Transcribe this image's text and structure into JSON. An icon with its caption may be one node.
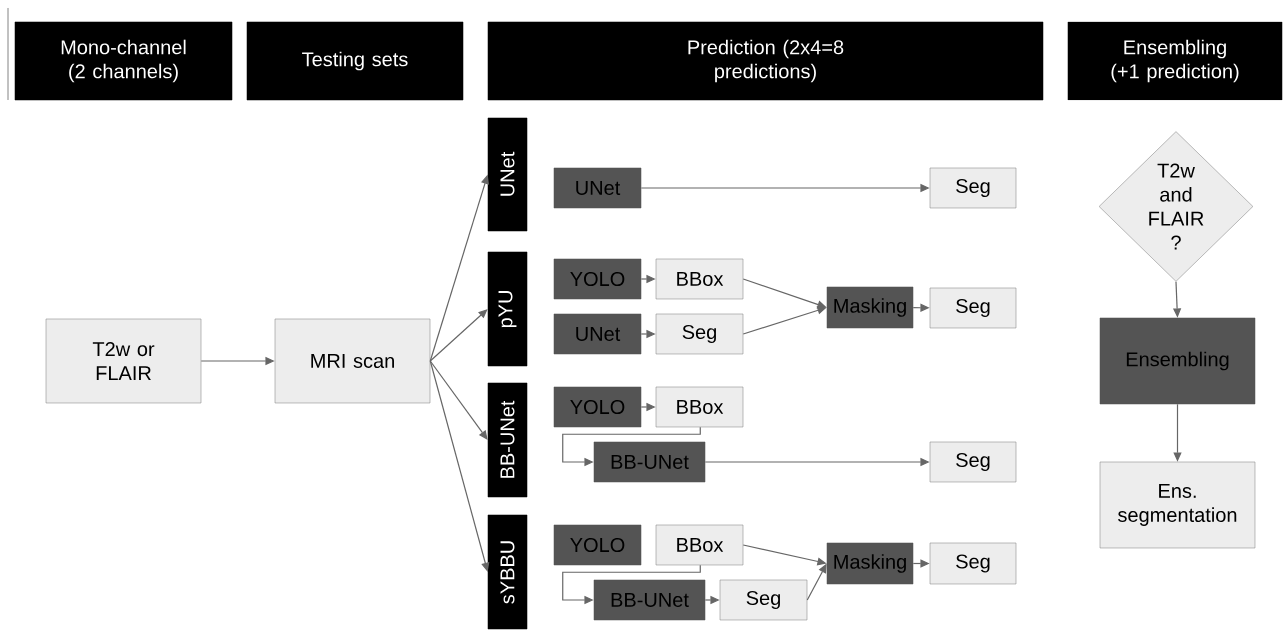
{
  "diagram": {
    "nodes": [
      {
        "text": [
          "Mono-channel (2 channels)"
        ]
      },
      {
        "text": [
          "Testing sets"
        ]
      },
      {
        "text": [
          "Prediction (2x4=8 predictions)"
        ]
      },
      {
        "text": [
          "Ensembling (+1 prediction)"
        ]
      },
      {
        "text": [
          "T2w or FLAIR"
        ]
      },
      {
        "text": [
          "MRI scan"
        ]
      },
      {
        "text": [
          "UNet"
        ]
      },
      {
        "text": [
          "pYU"
        ]
      },
      {
        "text": [
          "BB-UNet"
        ]
      },
      {
        "text": [
          "sYBBU"
        ]
      },
      {
        "text": [
          "UNet"
        ]
      },
      {
        "text": [
          "Seg"
        ]
      },
      {
        "text": [
          "YOLO"
        ]
      },
      {
        "text": [
          "BBox"
        ]
      },
      {
        "text": [
          "UNet"
        ]
      },
      {
        "text": [
          "Seg"
        ]
      },
      {
        "text": [
          "Masking"
        ]
      },
      {
        "text": [
          "Seg"
        ]
      },
      {
        "text": [
          "YOLO"
        ]
      },
      {
        "text": [
          "BBox"
        ]
      },
      {
        "text": [
          "BB-UNet"
        ]
      },
      {
        "text": [
          "Seg"
        ]
      },
      {
        "text": [
          "YOLO"
        ]
      },
      {
        "text": [
          "BBox"
        ]
      },
      {
        "text": [
          "BB-UNet"
        ]
      },
      {
        "text": [
          "Seg"
        ]
      },
      {
        "text": [
          "Masking"
        ]
      },
      {
        "text": [
          "Seg"
        ]
      },
      {
        "text": [
          "T2w and FLAIR ?"
        ]
      },
      {
        "text": [
          "Ensembling"
        ]
      },
      {
        "text": [
          "Ens. segmentation"
        ]
      }
    ],
    "edges": [
      {
        "from": 4,
        "to": 5,
        "arrow": "to"
      },
      {
        "from": 5,
        "to": 6,
        "arrow": "to"
      },
      {
        "from": 5,
        "to": 7,
        "arrow": "to"
      },
      {
        "from": 5,
        "to": 8,
        "arrow": "to"
      },
      {
        "from": 5,
        "to": 9,
        "arrow": "to"
      },
      {
        "from": 10,
        "to": 11,
        "arrow": "to"
      },
      {
        "from": 12,
        "to": 13,
        "arrow": "to"
      },
      {
        "from": 14,
        "to": 15,
        "arrow": "to"
      },
      {
        "from": 13,
        "to": 16,
        "arrow": "to"
      },
      {
        "from": 15,
        "to": 16,
        "arrow": "to"
      },
      {
        "from": 16,
        "to": 17,
        "arrow": "to"
      },
      {
        "from": 18,
        "to": 19,
        "arrow": "to"
      },
      {
        "from": 19,
        "to": 20,
        "arrow": "to"
      },
      {
        "from": 20,
        "to": 21,
        "arrow": "to"
      },
      {
        "from": 23,
        "to": 26,
        "arrow": "to"
      },
      {
        "from": 23,
        "to": 24,
        "arrow": "to"
      },
      {
        "from": 24,
        "to": 25,
        "arrow": "to"
      },
      {
        "from": 25,
        "to": 26,
        "arrow": "to"
      },
      {
        "from": 26,
        "to": 27,
        "arrow": "to"
      },
      {
        "from": 28,
        "to": 29,
        "arrow": "to"
      },
      {
        "from": 29,
        "to": 30,
        "arrow": "to"
      }
    ]
  }
}
